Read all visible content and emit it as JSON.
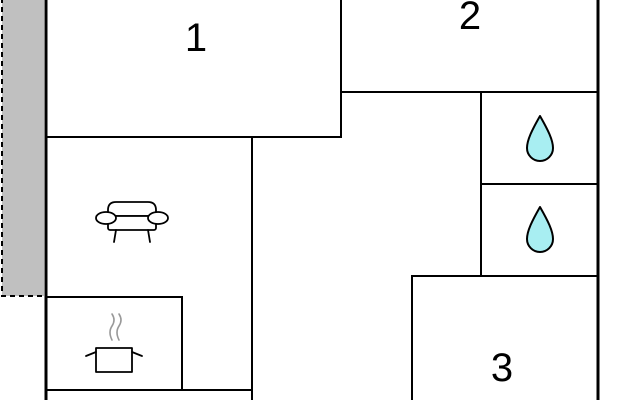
{
  "floorplan": {
    "rooms": [
      {
        "id": "room-1",
        "label": "1"
      },
      {
        "id": "room-2",
        "label": "2"
      },
      {
        "id": "room-3",
        "label": "3"
      }
    ],
    "icons": {
      "living": "sofa-icon",
      "kitchen": "cooking-pot-icon",
      "bathroom_upper": "water-drop-icon",
      "bathroom_lower": "water-drop-icon"
    },
    "colors": {
      "walls": "#000000",
      "terrace": "#c0c0c0",
      "water": "#a8eef2",
      "steam": "#999999",
      "background": "#ffffff"
    }
  }
}
